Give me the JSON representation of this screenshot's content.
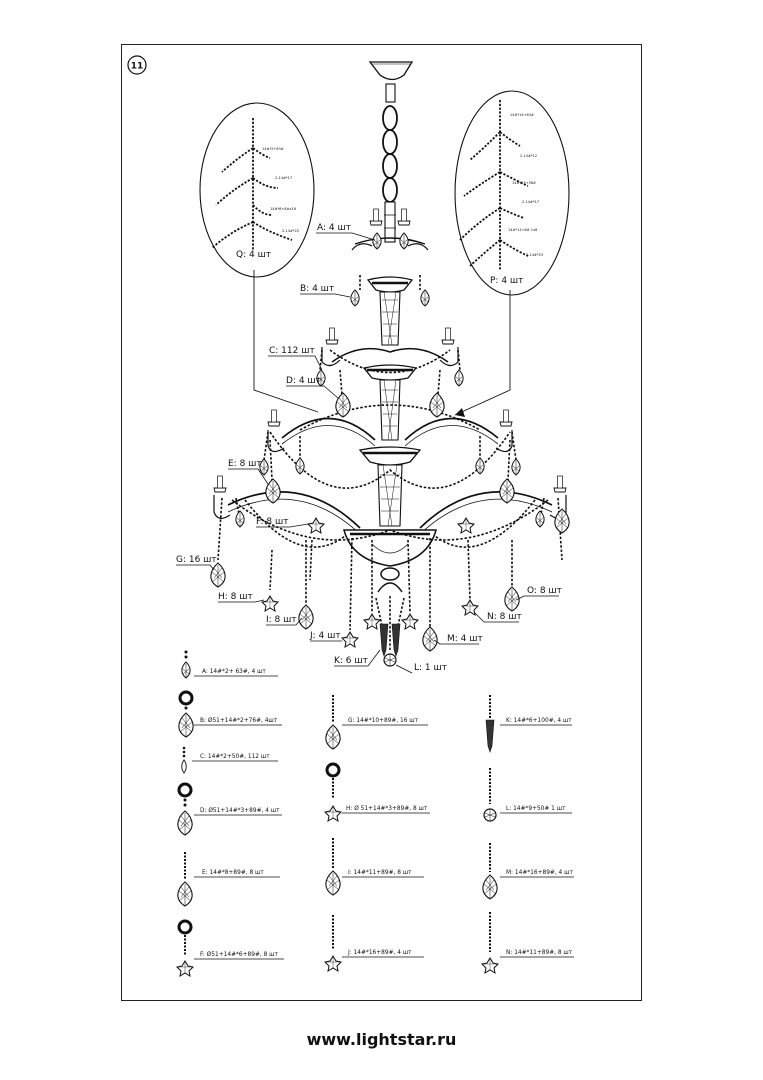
{
  "page_number": "11",
  "website": "www.lightstar.ru",
  "callouts": [
    {
      "id": "A",
      "text": "A: 4 шт"
    },
    {
      "id": "B",
      "text": "B: 4 шт"
    },
    {
      "id": "C",
      "text": "C: 112 шт"
    },
    {
      "id": "D",
      "text": "D: 4 шт"
    },
    {
      "id": "E",
      "text": "E: 8 шт"
    },
    {
      "id": "F",
      "text": "F: 8 шт"
    },
    {
      "id": "G",
      "text": "G: 16 шт"
    },
    {
      "id": "H",
      "text": "H: 8 шт"
    },
    {
      "id": "I",
      "text": "I: 8 шт"
    },
    {
      "id": "J",
      "text": "J: 4 шт"
    },
    {
      "id": "K",
      "text": "K: 6 шт"
    },
    {
      "id": "L",
      "text": "L: 1 шт"
    },
    {
      "id": "M",
      "text": "M: 4 шт"
    },
    {
      "id": "N",
      "text": "N: 8 шт"
    },
    {
      "id": "O",
      "text": "O: 8 шт"
    },
    {
      "id": "P",
      "text": "P: 4 шт"
    },
    {
      "id": "Q",
      "text": "Q: 4 шт"
    }
  ],
  "detail_q_labels": [
    "14#*2+63#",
    "2-14#*17",
    "14#*8+8#x16",
    "2-14#*22"
  ],
  "detail_p_labels": [
    "14#*14+63#",
    "2-14#*12",
    "14#*13+38#",
    "2-14#*17",
    "14#*14+6# 1x8",
    "2-14#*23"
  ],
  "legend": [
    {
      "id": "A",
      "text": "A: 14#*2+ 63#, 4 шт"
    },
    {
      "id": "B",
      "text": "B: Ø51+14#*2+76#, 4шт"
    },
    {
      "id": "C",
      "text": "C: 14#*2+50#, 112 шт"
    },
    {
      "id": "D",
      "text": "D: Ø51+14#*3+89#, 4 шт"
    },
    {
      "id": "E",
      "text": "E: 14#*8+89#, 8 шт"
    },
    {
      "id": "F",
      "text": "F: Ø51+14#*6+89#, 8 шт"
    },
    {
      "id": "G",
      "text": "G: 14#*10+89#, 16 шт"
    },
    {
      "id": "H",
      "text": "H: Ø 51+14#*3+89#, 8 шт"
    },
    {
      "id": "I",
      "text": "I: 14#*11+89#, 8 шт"
    },
    {
      "id": "J",
      "text": "J: 14#*16+89#, 4 шт"
    },
    {
      "id": "K",
      "text": "K: 14#*6+100#, 4 шт"
    },
    {
      "id": "L",
      "text": "L: 14#*9+50# 1 шт"
    },
    {
      "id": "M",
      "text": "M: 14#*16+89#, 4 шт"
    },
    {
      "id": "N",
      "text": "N: 14#*11+89#, 8 шт"
    }
  ]
}
